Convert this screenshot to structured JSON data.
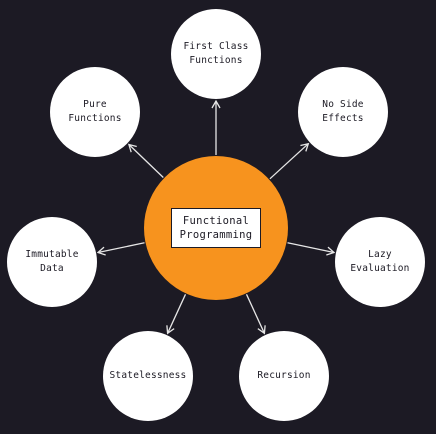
{
  "diagram": {
    "center": {
      "label": "Functional\nProgramming"
    },
    "nodes": [
      {
        "id": "first-class-functions",
        "label": "First Class\nFunctions"
      },
      {
        "id": "no-side-effects",
        "label": "No Side\nEffects"
      },
      {
        "id": "lazy-evaluation",
        "label": "Lazy\nEvaluation"
      },
      {
        "id": "recursion",
        "label": "Recursion"
      },
      {
        "id": "statelessness",
        "label": "Statelessness"
      },
      {
        "id": "immutable-data",
        "label": "Immutable\nData"
      },
      {
        "id": "pure-functions",
        "label": "Pure\nFunctions"
      }
    ],
    "colors": {
      "background": "#1c1a24",
      "center_fill": "#f7931e",
      "node_fill": "#ffffff",
      "arrow": "#e6e6e6"
    }
  }
}
